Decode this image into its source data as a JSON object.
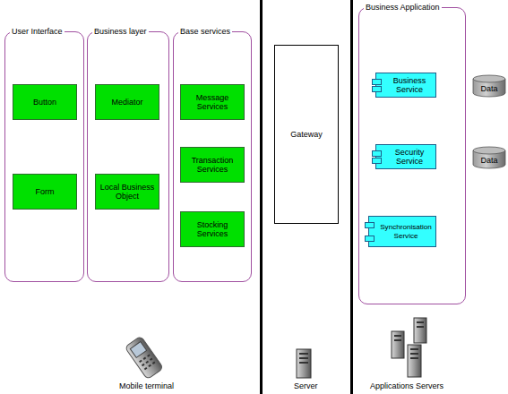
{
  "diagram": {
    "nodes": [
      {
        "text": [
          "User Interface"
        ]
      },
      {
        "text": [
          "Button"
        ],
        "in": 0
      },
      {
        "text": [
          "Form"
        ],
        "in": 0
      },
      {
        "text": [
          "Business layer"
        ]
      },
      {
        "text": [
          "Mediator"
        ],
        "in": 3
      },
      {
        "text": [
          "Local Business Object"
        ],
        "in": 3
      },
      {
        "text": [
          "Base services"
        ]
      },
      {
        "text": [
          "Message Services"
        ],
        "in": 6
      },
      {
        "text": [
          "Transaction Services"
        ],
        "in": 6
      },
      {
        "text": [
          "Stocking Services"
        ],
        "in": 6
      },
      {
        "text": [
          "Gateway"
        ]
      },
      {
        "text": [
          "Business Application"
        ]
      },
      {
        "text": [
          "Business Service"
        ],
        "in": 11
      },
      {
        "text": [
          "Security Service"
        ],
        "in": 11
      },
      {
        "text": [
          "Synchronisation Service"
        ],
        "in": 11
      },
      {
        "text": [
          "Data"
        ]
      },
      {
        "text": [
          "Data"
        ]
      }
    ],
    "labels": [
      "Mobile terminal",
      "Server",
      "Applications Servers"
    ]
  }
}
